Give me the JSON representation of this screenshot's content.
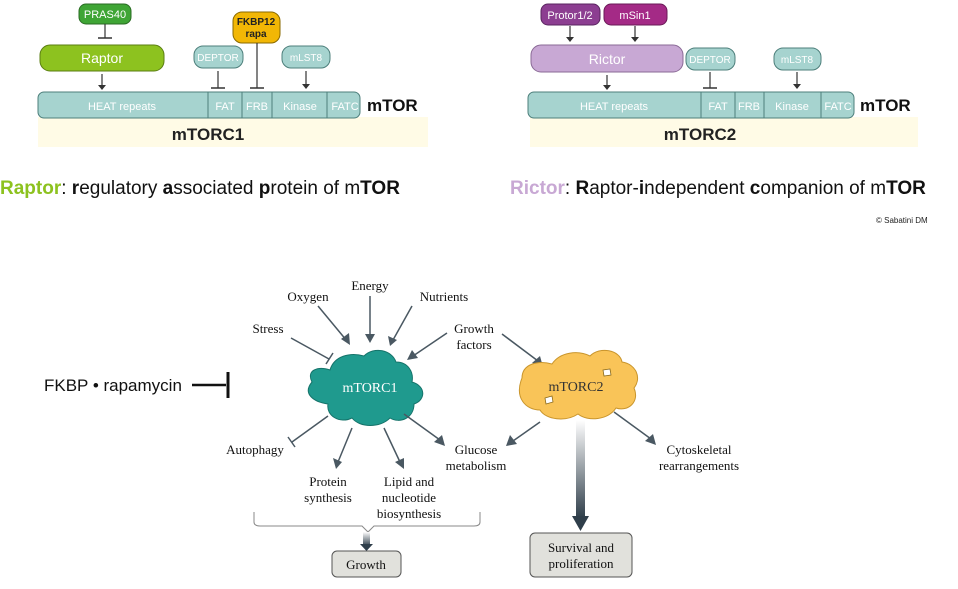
{
  "complex1": {
    "name": "mTORC1",
    "mtor_label": "mTOR",
    "domains": [
      "HEAT repeats",
      "FAT",
      "FRB",
      "Kinase",
      "FATC"
    ],
    "adaptor": "Raptor",
    "pras40": "PRAS40",
    "fkbp12": "FKBP12",
    "rapa": "rapa",
    "deptor": "DEPTOR",
    "mlst8": "mLST8"
  },
  "complex2": {
    "name": "mTORC2",
    "mtor_label": "mTOR",
    "domains": [
      "HEAT repeats",
      "FAT",
      "FRB",
      "Kinase",
      "FATC"
    ],
    "adaptor": "Rictor",
    "protor": "Protor1/2",
    "msin1": "mSin1",
    "deptor": "DEPTOR",
    "mlst8": "mLST8"
  },
  "captions": {
    "raptor": {
      "term": "Raptor",
      "sep": ": ",
      "parts": [
        [
          "r",
          "egulatory "
        ],
        [
          "a",
          "ssociated "
        ],
        [
          "p",
          "rotein of m"
        ],
        [
          "TOR",
          ""
        ]
      ]
    },
    "rictor": {
      "term": "Rictor",
      "sep": ": ",
      "parts": [
        [
          "R",
          "aptor-"
        ],
        [
          "i",
          "ndependent "
        ],
        [
          "c",
          "ompanion of m"
        ],
        [
          "TOR",
          ""
        ]
      ]
    }
  },
  "credit": "© Sabatini DM",
  "inhibitor": "FKBP • rapamycin",
  "pathway": {
    "node1": "mTORC1",
    "node2": "mTORC2",
    "inputs": {
      "energy": "Energy",
      "oxygen": "Oxygen",
      "nutrients": "Nutrients",
      "stress": "Stress",
      "growth_factors": [
        "Growth",
        "factors"
      ]
    },
    "outputs": {
      "autophagy": "Autophagy",
      "protein_synthesis": [
        "Protein",
        "synthesis"
      ],
      "lipid": [
        "Lipid and",
        "nucleotide",
        "biosynthesis"
      ],
      "glucose": [
        "Glucose",
        "metabolism"
      ],
      "cytoskeletal": [
        "Cytoskeletal",
        "rearrangements"
      ]
    },
    "growth_box": "Growth",
    "survival_box": [
      "Survival and",
      "proliferation"
    ]
  },
  "colors": {
    "raptor_green": "#8dc21f",
    "rictor_lilac": "#c8a8d4",
    "domain_teal": "#a6d3cf",
    "pras40_green": "#3fa535",
    "fkbp_yellow": "#f2b705",
    "protor_purple": "#8c3e91",
    "msin1_magenta": "#a42a86",
    "mtorc1_teal": "#1f9a8e",
    "mtorc2_orange": "#f9c458",
    "band_yellow": "#fffbe6"
  }
}
